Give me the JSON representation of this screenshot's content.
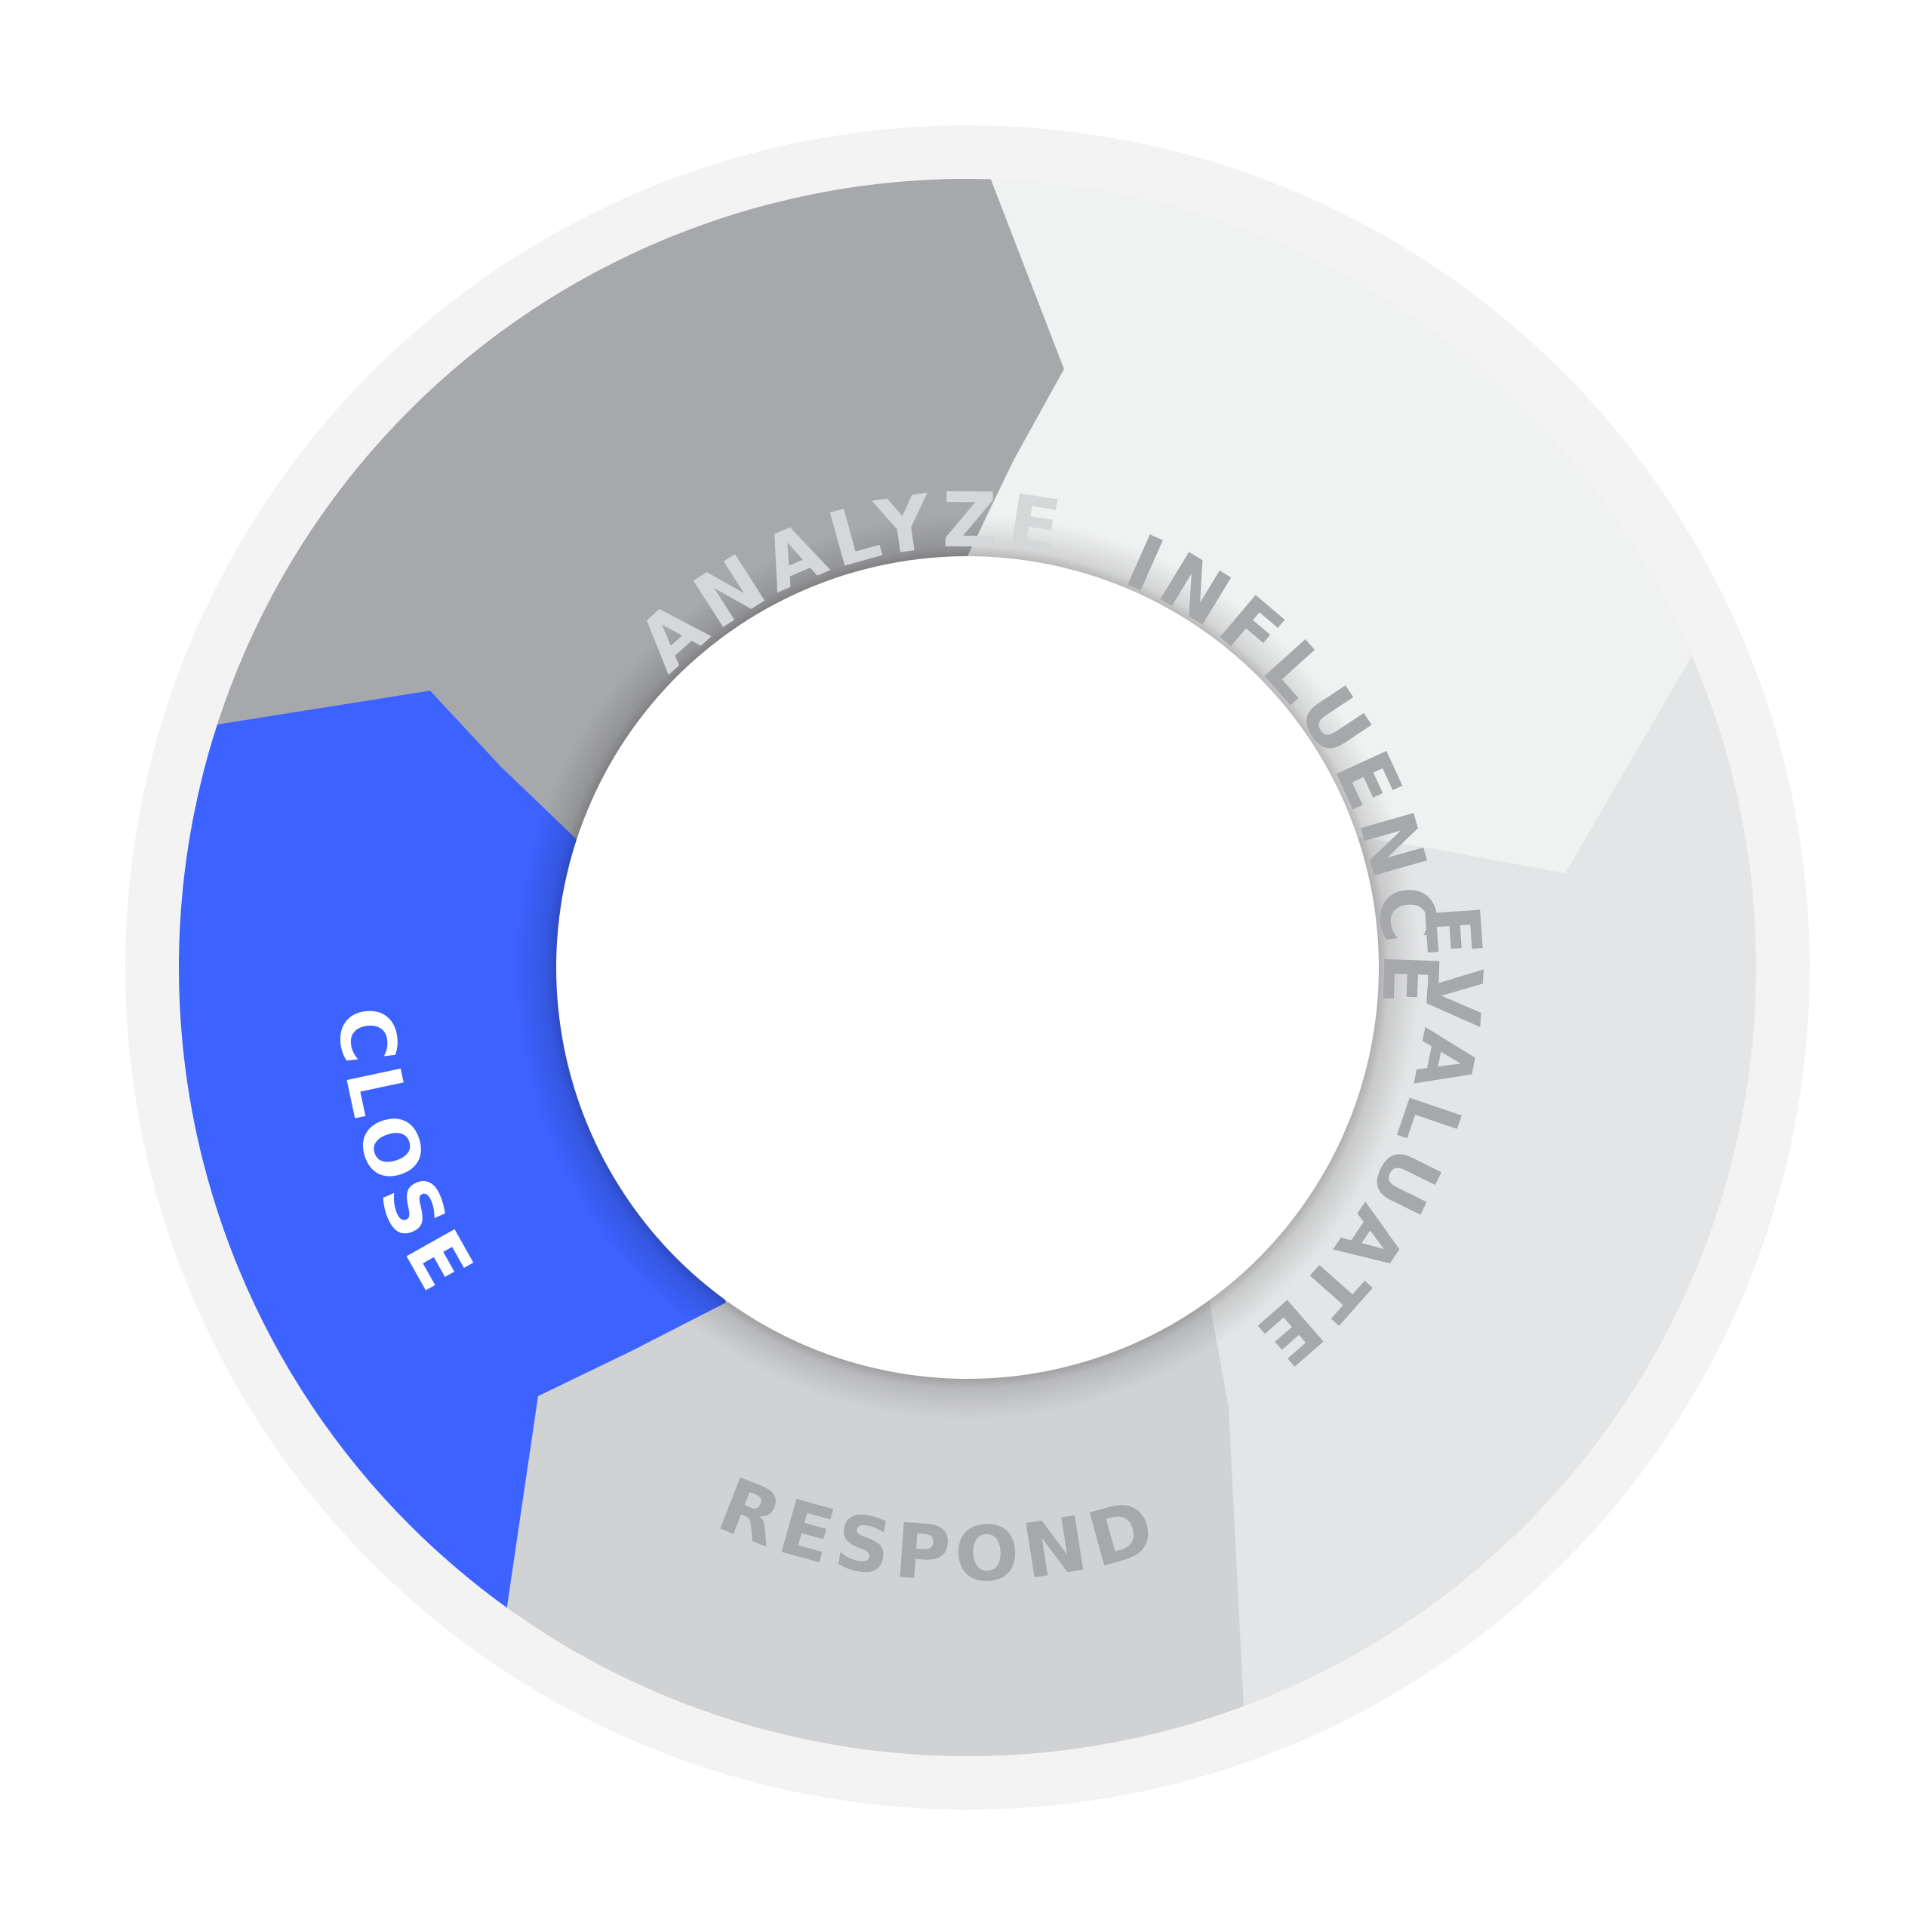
{
  "diagram": {
    "segments": [
      {
        "id": "analyze",
        "label": "ANALYZE",
        "color": "#A7A8AB",
        "text_color": "#D6D7D9"
      },
      {
        "id": "influence",
        "label": "INFLUENCE",
        "color": "#F0F1F1",
        "text_color": "#A7A8AB"
      },
      {
        "id": "evaluate",
        "label": "EVALUATE",
        "color": "#E4E5E6",
        "text_color": "#A7A8AB"
      },
      {
        "id": "respond",
        "label": "RESPOND",
        "color": "#D1D2D4",
        "text_color": "#A7A8AB"
      },
      {
        "id": "close",
        "label": "CLOSE",
        "color": "#3C62FF",
        "text_color": "#FFFFFF",
        "highlighted": true
      }
    ],
    "outer_ring_color": "#F3F3F3",
    "center_color": "#FFFFFF"
  }
}
